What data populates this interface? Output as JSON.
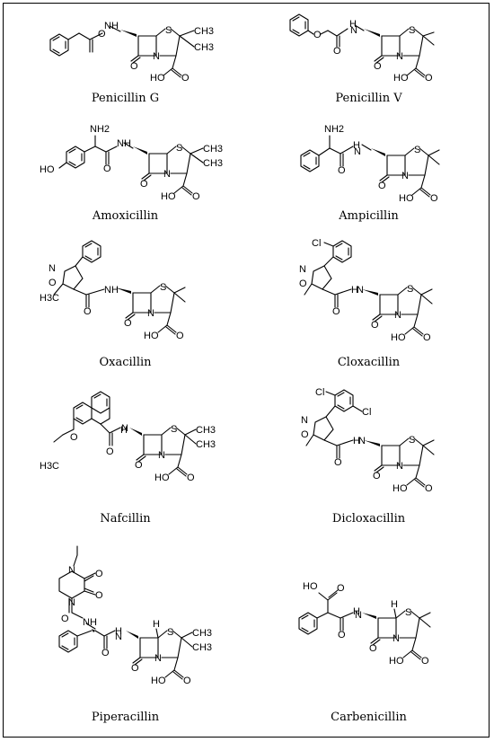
{
  "molecules": [
    {
      "name": "Penicillin G"
    },
    {
      "name": "Penicillin V"
    },
    {
      "name": "Amoxicillin"
    },
    {
      "name": "Ampicillin"
    },
    {
      "name": "Oxacillin"
    },
    {
      "name": "Cloxacillin"
    },
    {
      "name": "Nafcillin"
    },
    {
      "name": "Dicloxacillin"
    },
    {
      "name": "Piperacillin"
    },
    {
      "name": "Carbenicillin"
    }
  ],
  "atom_labels": {
    "S": "S",
    "N": "N",
    "O": "O",
    "H": "H",
    "NH": "NH",
    "NH2": "NH2",
    "CH3": "CH3",
    "HO": "HO",
    "HOOC": "HO",
    "Cl": "Cl",
    "H3C": "H3C"
  }
}
